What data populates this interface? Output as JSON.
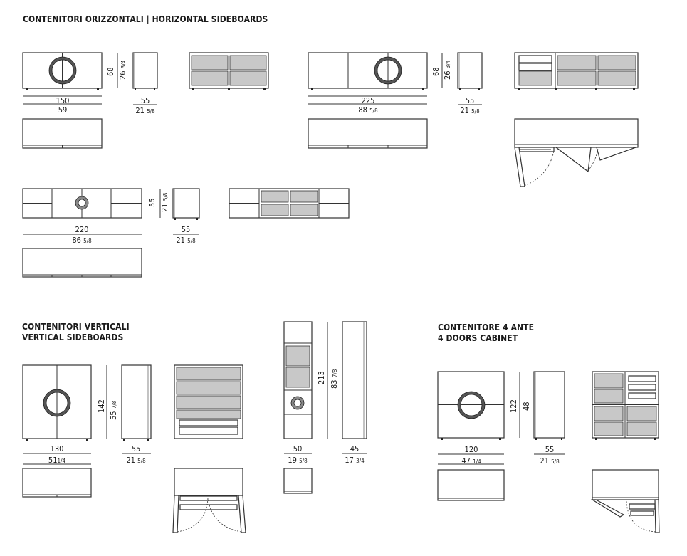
{
  "headings": {
    "horizontal": "CONTENITORI ORIZZONTALI  |  HORIZONTAL SIDEBOARDS",
    "vertical_it": "CONTENITORI VERTICALI",
    "vertical_en": "VERTICAL SIDEBOARDS",
    "cabinet_it": "CONTENITORE 4 ANTE",
    "cabinet_en": "4 DOORS CABINET"
  },
  "dimensions": {
    "h150": {
      "cm": "150",
      "in": "59",
      "in_frac": "",
      "depth_cm": "55",
      "depth_in": "21",
      "depth_frac": "5/8",
      "height_cm": "68",
      "height_in": "26",
      "height_frac": "3/4"
    },
    "h225": {
      "cm": "225",
      "in": "88",
      "in_frac": "5/8",
      "depth_cm": "55",
      "depth_in": "21",
      "depth_frac": "5/8",
      "height_cm": "68",
      "height_in": "26",
      "height_frac": "3/4"
    },
    "h220": {
      "cm": "220",
      "in": "86",
      "in_frac": "5/8",
      "depth_cm": "55",
      "depth_in": "21",
      "depth_frac": "5/8",
      "height_cm": "55",
      "height_in": "21",
      "height_frac": "5/8"
    },
    "v130": {
      "cm": "130",
      "in": "51",
      "in_frac": "1/4",
      "depth_cm": "55",
      "depth_in": "21",
      "depth_frac": "5/8",
      "height_cm": "142",
      "height_in": "55",
      "height_frac": "7/8"
    },
    "v50": {
      "cm": "50",
      "in": "19",
      "in_frac": "5/8",
      "depth_cm": "45",
      "depth_in": "17",
      "depth_frac": "3/4",
      "height_cm": "213",
      "height_in": "83",
      "height_frac": "7/8"
    },
    "c120": {
      "cm": "120",
      "in": "47",
      "in_frac": "1/4",
      "depth_cm": "55",
      "depth_in": "21",
      "depth_frac": "5/8",
      "height_cm": "122",
      "height_in": "48",
      "height_frac": ""
    }
  },
  "colors": {
    "line": "#333333",
    "panel": "#c8c8c8",
    "panel_dark": "#a8a8a8",
    "ring": "#555555",
    "foot": "#222222"
  }
}
